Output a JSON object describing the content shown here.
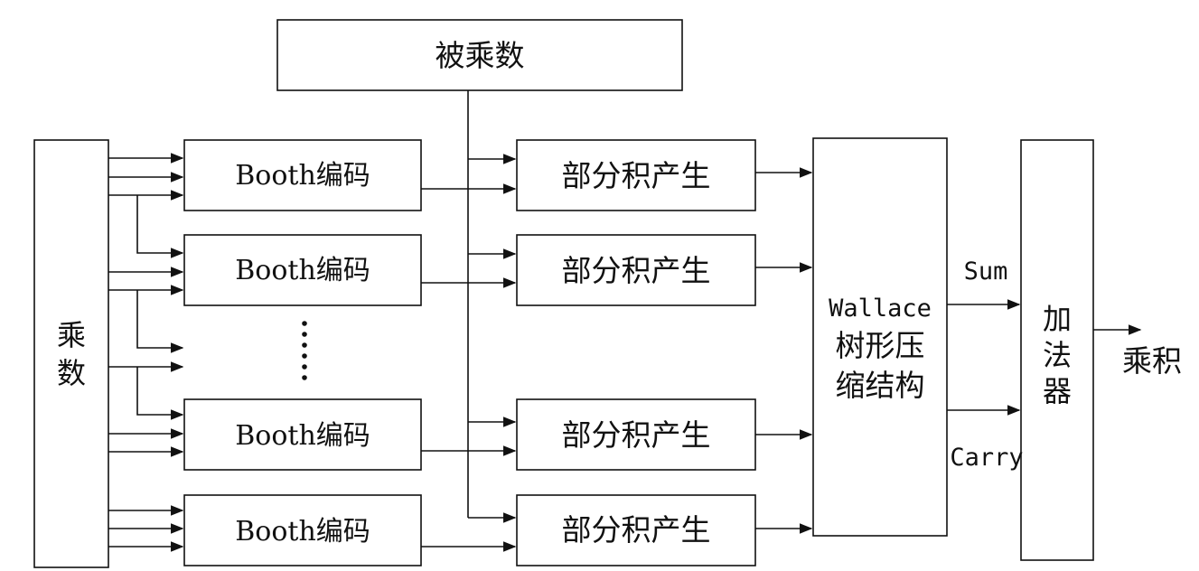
{
  "blocks": {
    "multiplicand": "被乘数",
    "multiplier": [
      "乘",
      "数"
    ],
    "booth_encoder": "Booth编码",
    "partial_product_gen": "部分积产生",
    "wallace": [
      "Wallace",
      "树形压",
      "缩结构"
    ],
    "adder": [
      "加",
      "法",
      "器"
    ]
  },
  "signals": {
    "sum": "Sum",
    "carry": "Carry",
    "product": "乘积",
    "ellipsis": "⋮"
  },
  "booth_rows": [
    {
      "encoder": "Booth编码",
      "pp": "部分积产生"
    },
    {
      "encoder": "Booth编码",
      "pp": "部分积产生"
    },
    {
      "encoder": "Booth编码",
      "pp": "部分积产生"
    },
    {
      "encoder": "Booth编码",
      "pp": "部分积产生"
    }
  ]
}
